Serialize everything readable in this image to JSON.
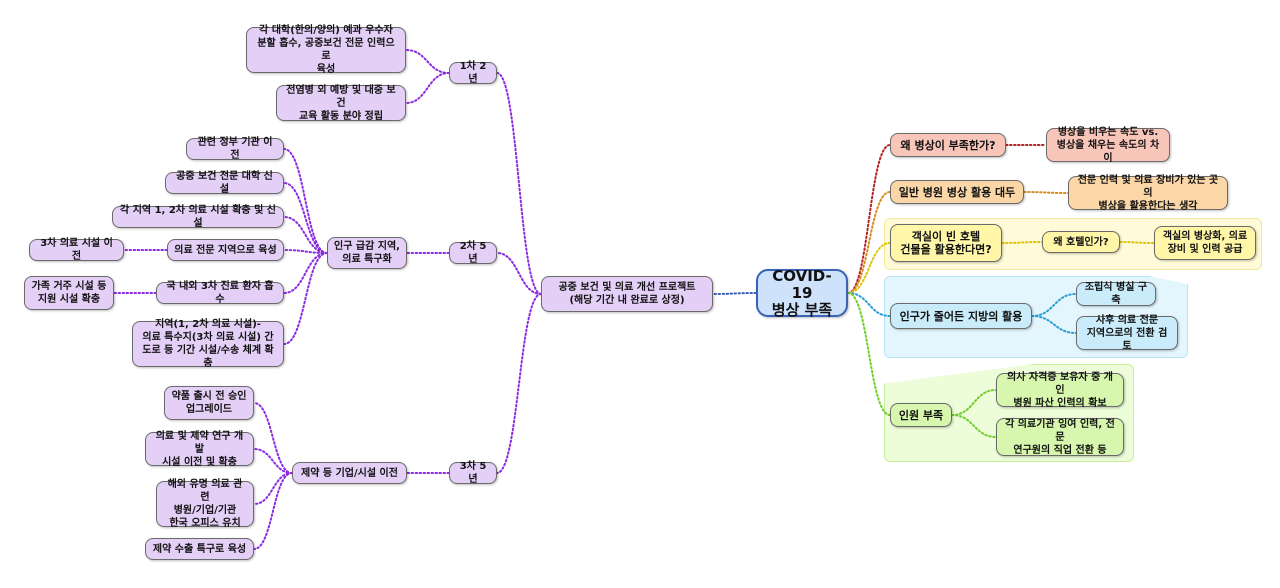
{
  "central": "COVID-19\n병상 부족",
  "project": "공중 보건 및 의료 개선 프로젝트\n(해당 기간 내 완료로 상정)",
  "phase1": {
    "label": "1차 2년",
    "items": [
      "각 대학(한의/양의) 예과 우수자\n분할 흡수, 공중보건 전문 인력으로\n육성",
      "전염병 외 예방 및 대중 보건\n교육 활동 분야 정립"
    ]
  },
  "phase2": {
    "label": "2차 5년",
    "hub": "인구 급감 지역,\n의료 특구화",
    "items": [
      "관련 정부 기관 이전",
      "공중 보건 전문 대학 신설",
      "각 지역 1, 2차 의료 시설 확충 및 신설",
      "의료 전문 지역으로 육성",
      "국 내외 3차 진료 환자 흡수",
      "지역(1, 2차 의료 시설)-\n의료 특수지(3차 의료 시설) 간\n도로 등 기간 시설/수송 체계 확충"
    ],
    "sub_items": [
      "3차 의료 시설 이전",
      "가족 거주 시설 등\n지원 시설 확충"
    ]
  },
  "phase3": {
    "label": "3차 5년",
    "hub": "제약 등 기업/시설 이전",
    "items": [
      "약품 출시 전 승인\n업그레이드",
      "의료 및 제약 연구 개발\n시설 이전 및 확충",
      "해외 유명 의료 관련\n병원/기업/기관\n한국 오피스 유치",
      "제약 수출 특구로 육성"
    ]
  },
  "right": {
    "why": "왜 병상이 부족한가?",
    "why_detail": "병상을 비우는 속도 vs.\n병상을 채우는 속도의 차이",
    "general": "일반 병원 병상 활용 대두",
    "general_detail": "전문 인력 및 의료 장비가 있는 곳의\n병상을 활용한다는 생각",
    "hotel": "객실이 빈 호텔\n건물을 활용한다면?",
    "hotel_why": "왜 호텔인가?",
    "hotel_detail": "객실의 병상화, 의료\n장비 및 인력 공급",
    "region": "인구가 줄어든 지방의 활용",
    "region_items": [
      "조립식 병실 구축",
      "사후 의료 전문\n지역으로의 전환 검토"
    ],
    "staff": "인원 부족",
    "staff_items": [
      "의사 자격증 보유자 중 개인\n병원 파산 인력의 확보",
      "각 의료기관 잉여 인력, 전문\n연구원의 직업 전환 등"
    ]
  },
  "colors": {
    "purple": "#8a2be2",
    "red": "#b22222",
    "orange": "#d98c1a",
    "yellow": "#e0c400",
    "blue": "#2a9fd6",
    "green": "#6fcf2a",
    "central": "#3a63b8"
  }
}
